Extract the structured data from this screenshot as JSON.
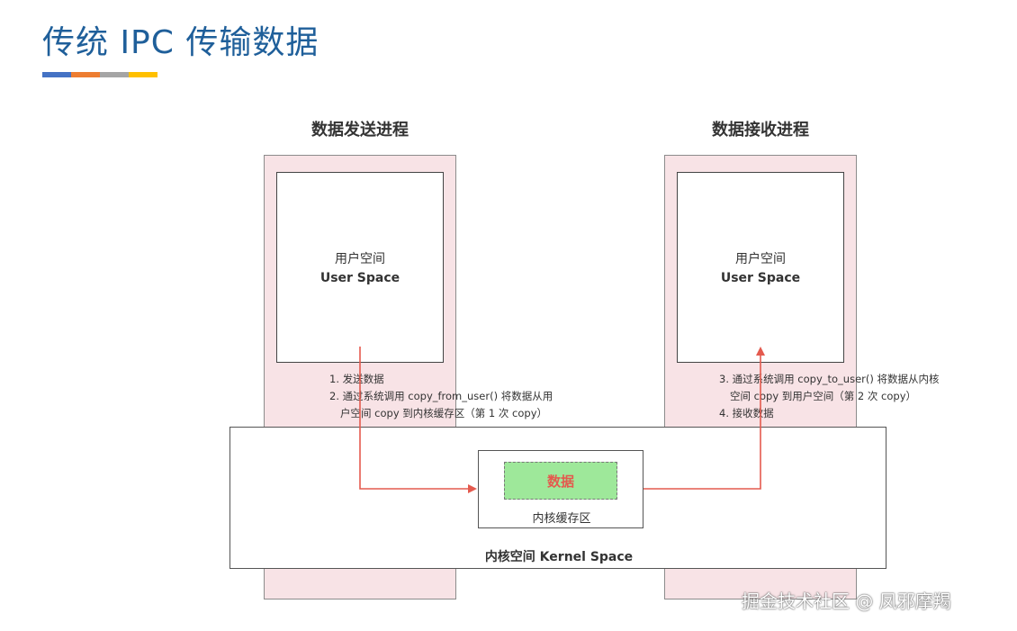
{
  "header": {
    "title": "传统 IPC 传输数据",
    "bar_colors": [
      "#4472c4",
      "#ed7d31",
      "#a5a5a5",
      "#ffc000"
    ]
  },
  "sender": {
    "title": "数据发送进程",
    "user_space_zh": "用户空间",
    "user_space_en": "User Space",
    "steps": [
      "1. 发送数据",
      "2. 通过系统调用 copy_from_user() 将数据从用",
      "户空间 copy 到内核缓存区（第 1 次 copy）"
    ]
  },
  "receiver": {
    "title": "数据接收进程",
    "user_space_zh": "用户空间",
    "user_space_en": "User Space",
    "steps": [
      "3. 通过系统调用 copy_to_user() 将数据从内核",
      "空间 copy 到用户空间（第 2 次 copy）",
      "4. 接收数据"
    ]
  },
  "kernel": {
    "label": "内核空间 Kernel Space",
    "buffer_label": "内核缓存区",
    "data_label": "数据"
  },
  "colors": {
    "process_fill": "#f8e3e6",
    "data_fill": "#9ee89a",
    "arrow": "#e45a4e",
    "title": "#1f5f9a"
  },
  "watermark": "掘金技术社区 @ 凤邪摩羯"
}
